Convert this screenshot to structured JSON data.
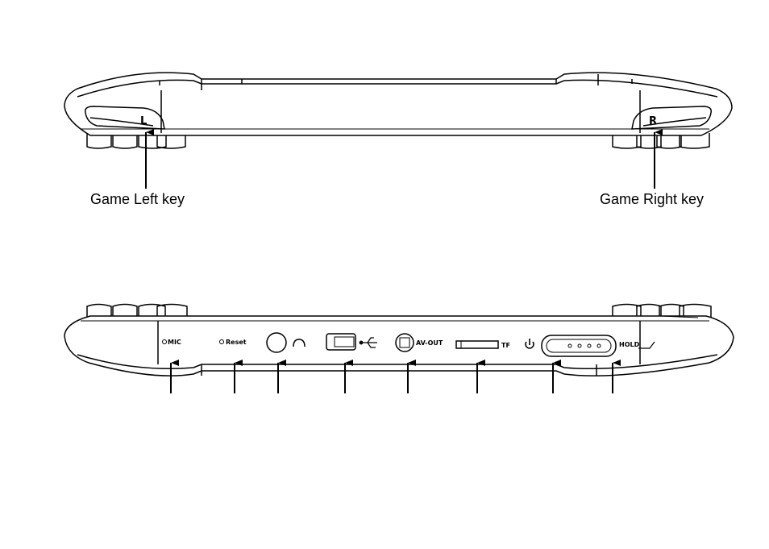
{
  "top_view": {
    "left_key_letter": "L",
    "right_key_letter": "R",
    "left_callout": "Game Left key",
    "right_callout": "Game Right key"
  },
  "bottom_view": {
    "mic_label": "MIC",
    "reset_label": "Reset",
    "av_out_label": "AV-OUT",
    "tf_label": "TF",
    "hold_label": "HOLD"
  },
  "icons": [
    "microphone-hole-icon",
    "reset-hole-icon",
    "headphone-icon",
    "usb-icon",
    "power-icon"
  ]
}
